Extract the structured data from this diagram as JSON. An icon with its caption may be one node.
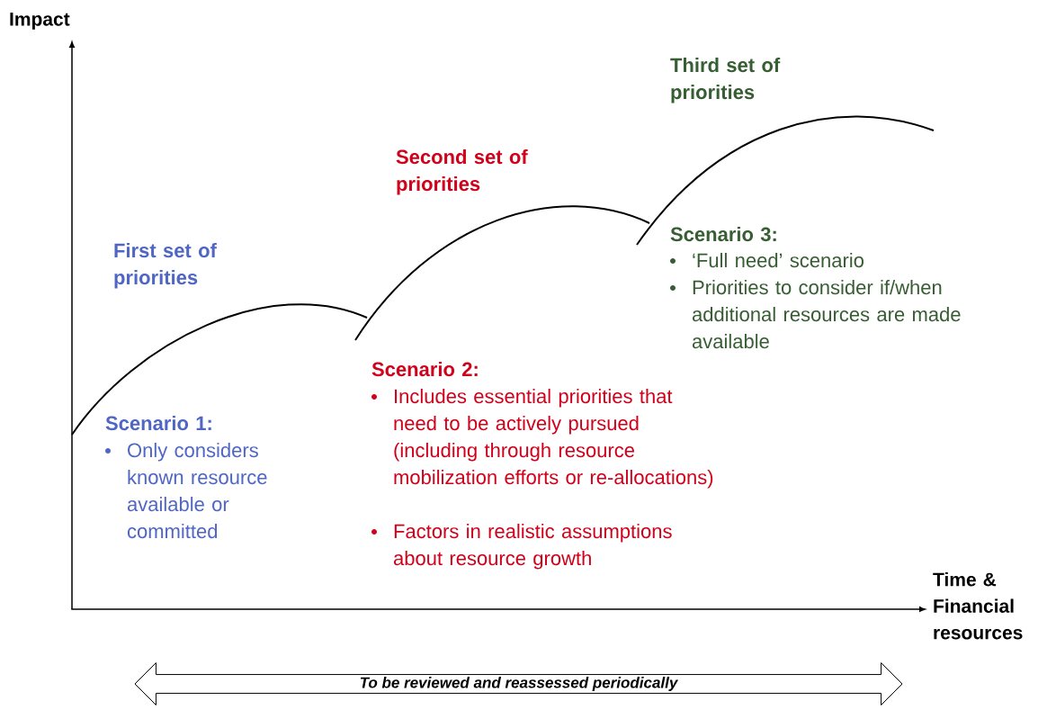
{
  "diagram": {
    "nodes": [
      {
        "text": [
          "To be reviewed and reassessed periodically"
        ]
      }
    ],
    "labels": [
      "Impact",
      "Third set of priorities",
      "Second set of priorities",
      "Scenario 3:",
      "‘Full need’ scenario",
      "Priorities to consider if/when additional resources are made available",
      "First set of priorities",
      "Scenario 2:",
      "Includes essential priorities that need to be actively pursued (including through resource mobilization efforts or re-allocations)",
      "Factors in realistic assumptions about resource growth",
      "Scenario 1:",
      "Only considers known resource available or committed",
      "Time & Financial resources"
    ]
  }
}
